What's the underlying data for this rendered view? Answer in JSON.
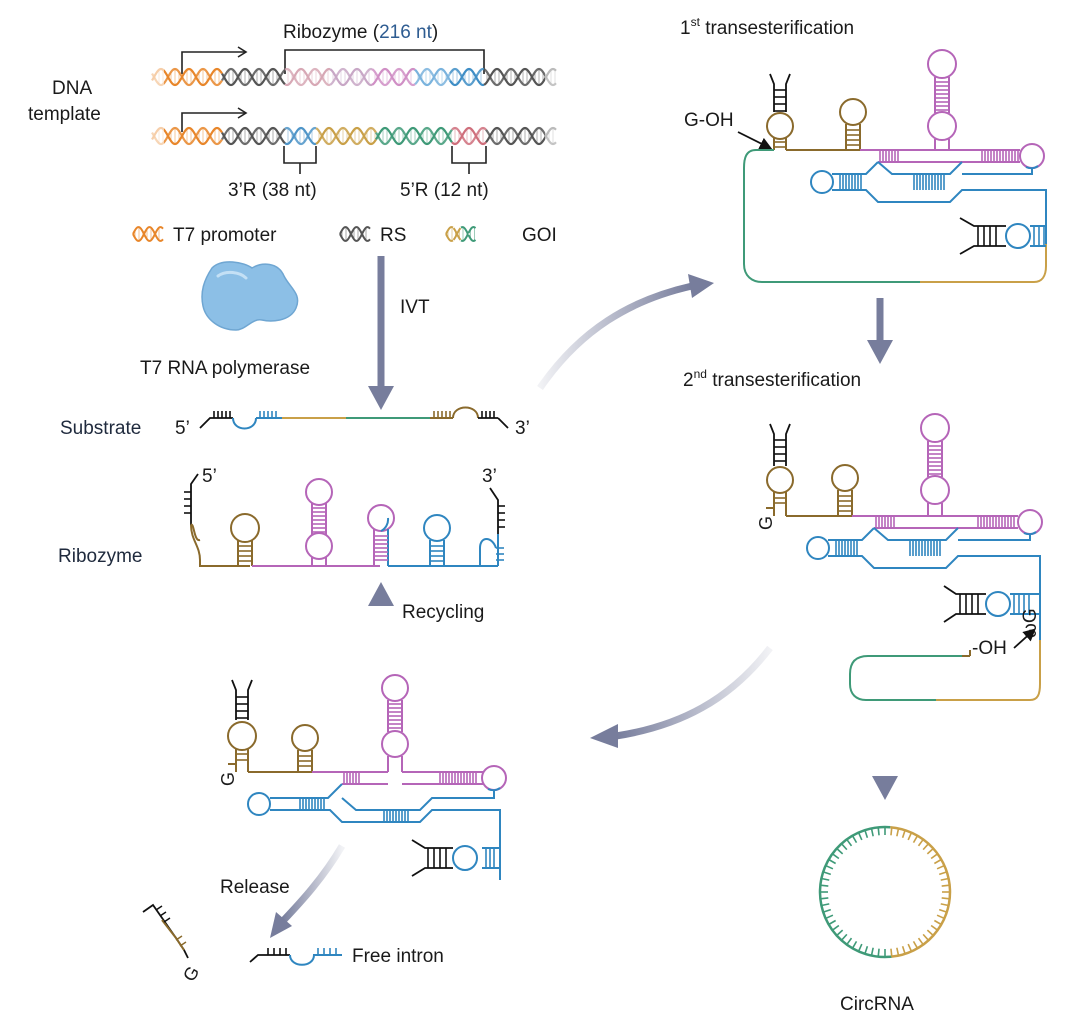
{
  "dna": {
    "label_line1": "DNA",
    "label_line2": "template",
    "ribozyme_prefix": "Ribozyme (",
    "ribozyme_len": "216 nt",
    "ribozyme_suffix": ")",
    "r3_label": "3’R (38 nt)",
    "r5_label": "5’R (12 nt)"
  },
  "legend": {
    "t7": "T7 promoter",
    "rs": "RS",
    "goi": "GOI"
  },
  "steps": {
    "polymerase": "T7 RNA polymerase",
    "ivt": "IVT",
    "substrate": "Substrate",
    "ribozyme": "Ribozyme",
    "recycling": "Recycling",
    "release": "Release",
    "free_intron": "Free intron",
    "circrna": "CircRNA",
    "trans1_num": "1",
    "trans1_sup": "st",
    "trans1_text": " transesterification",
    "trans2_num": "2",
    "trans2_sup": "nd",
    "trans2_text": " transesterification",
    "goh": "G-OH",
    "oh": "-OH",
    "g": "G",
    "omega_g": "ωG",
    "five_prime": "5’",
    "three_prime": "3’"
  },
  "colors": {
    "t7": "#e8862a",
    "rs": "#555555",
    "goi_green": "#3f9a78",
    "goi_gold": "#c9a048",
    "brown": "#8a6a2c",
    "magenta": "#b565b8",
    "blue": "#2f86c0",
    "arrow": "#777d9c",
    "polymerase": "#8cbfe6"
  }
}
